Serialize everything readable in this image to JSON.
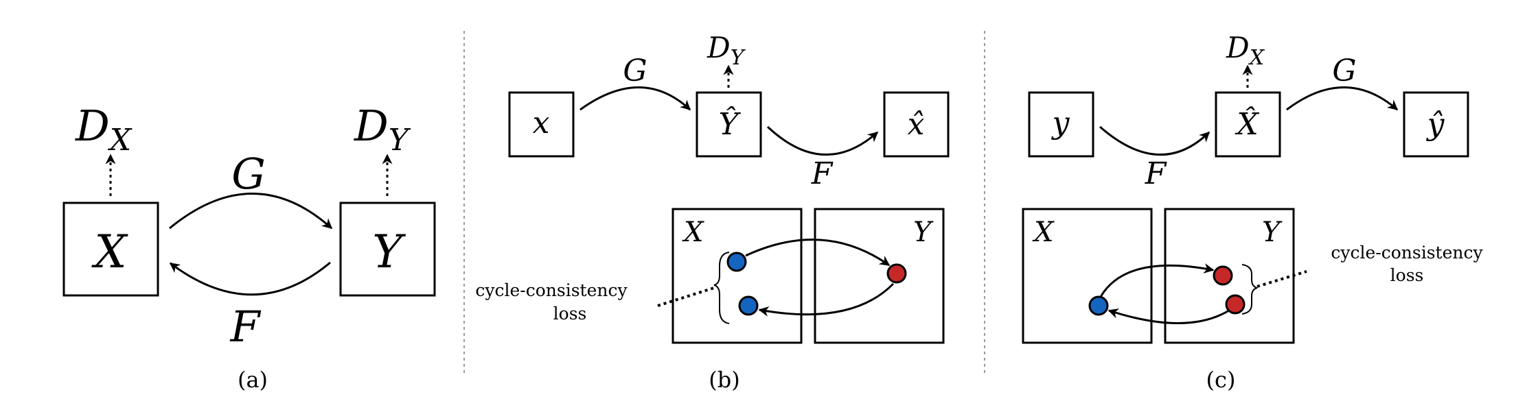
{
  "panel_a": {
    "caption": "(a)",
    "box_x": "X",
    "box_y": "Y",
    "map_g": "G",
    "map_f": "F",
    "disc_x": {
      "base": "D",
      "sub": "X"
    },
    "disc_y": {
      "base": "D",
      "sub": "Y"
    }
  },
  "panel_b": {
    "caption": "(b)",
    "input": "x",
    "mid": "Ŷ",
    "output": "x̂",
    "map_g": "G",
    "map_f": "F",
    "disc": {
      "base": "D",
      "sub": "Y"
    },
    "domain_x": "X",
    "domain_y": "Y",
    "loss_line1": "cycle-consistency",
    "loss_line2": "loss",
    "colors": {
      "blue": "#1565c0",
      "red": "#c62828"
    }
  },
  "panel_c": {
    "caption": "(c)",
    "input": "y",
    "mid": "X̂",
    "output": "ŷ",
    "map_f": "F",
    "map_g": "G",
    "disc": {
      "base": "D",
      "sub": "X"
    },
    "domain_x": "X",
    "domain_y": "Y",
    "loss_line1": "cycle-consistency",
    "loss_line2": "loss",
    "colors": {
      "blue": "#1565c0",
      "red": "#c62828"
    }
  }
}
